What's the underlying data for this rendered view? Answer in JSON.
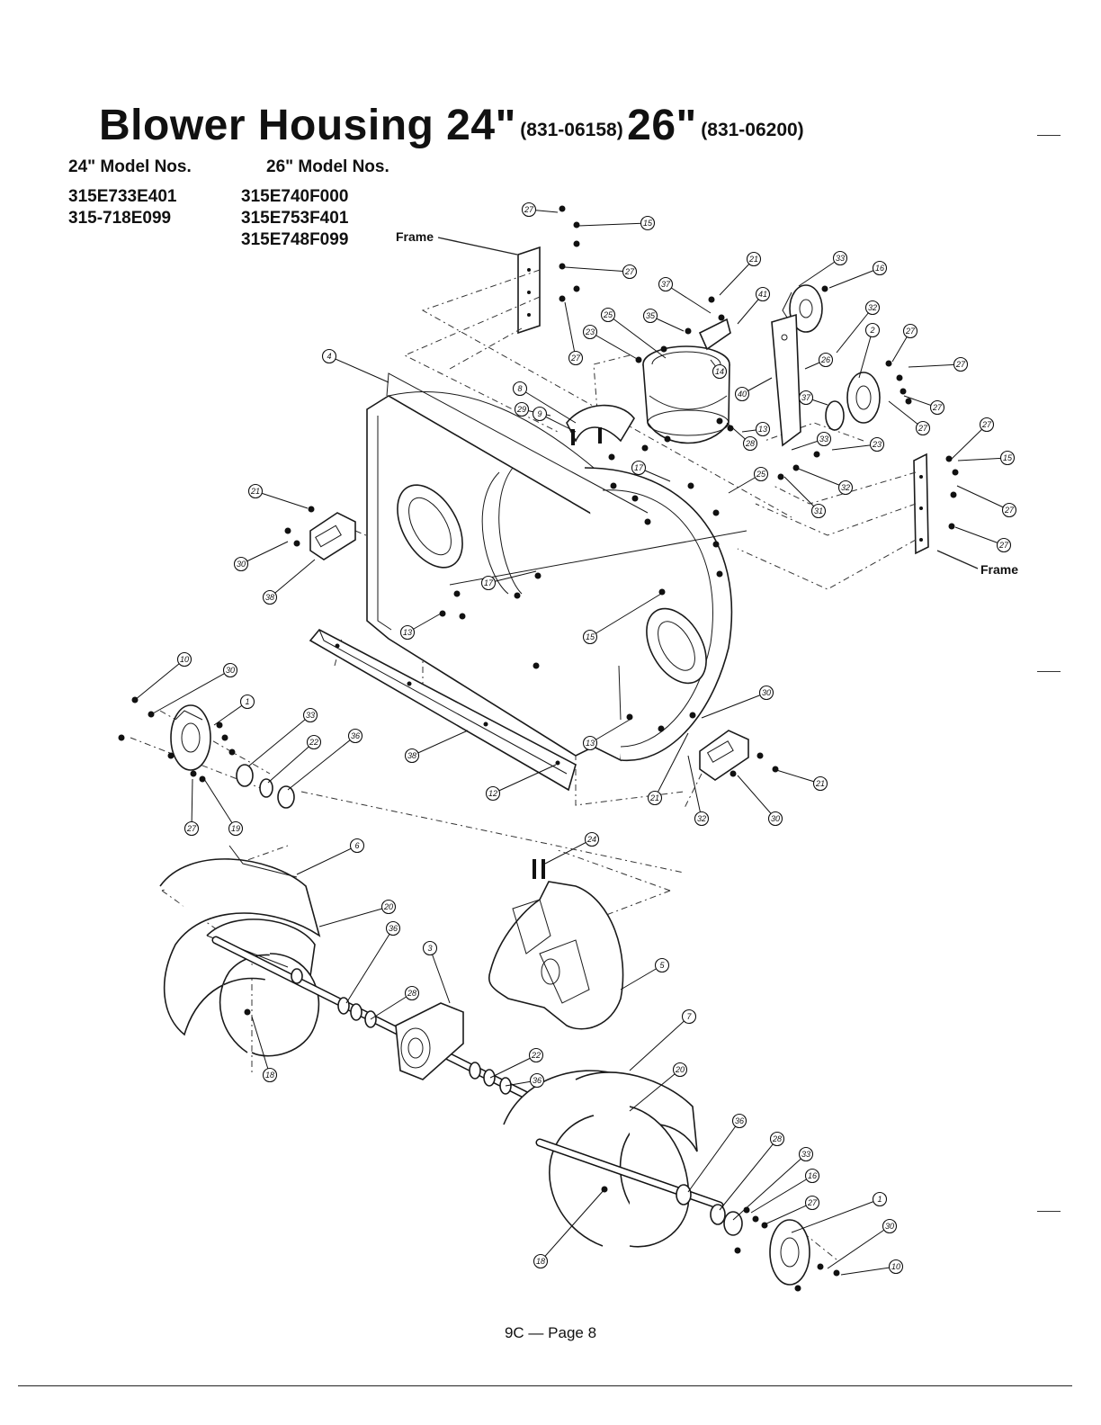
{
  "header": {
    "title_main": "Blower Housing 24\"",
    "part_24": "(831-06158)",
    "title_26": "26\"",
    "part_26": "(831-06200)"
  },
  "models": {
    "col24_heading": "24\" Model Nos.",
    "col26_heading": "26\" Model Nos.",
    "col24": [
      "315E733E401",
      "315-718E099"
    ],
    "col26": [
      "315E740F000",
      "315E753F401",
      "315E748F099"
    ]
  },
  "diagram": {
    "frame_label_left": "Frame",
    "frame_label_right": "Frame",
    "callouts": [
      {
        "id": "c1",
        "label": "27"
      },
      {
        "id": "c2",
        "label": "15"
      },
      {
        "id": "c3",
        "label": "27"
      },
      {
        "id": "c4",
        "label": "27"
      },
      {
        "id": "c5",
        "label": "21"
      },
      {
        "id": "c6",
        "label": "33"
      },
      {
        "id": "c7",
        "label": "37"
      },
      {
        "id": "c8",
        "label": "16"
      },
      {
        "id": "c9",
        "label": "41"
      },
      {
        "id": "c10",
        "label": "25"
      },
      {
        "id": "c11",
        "label": "35"
      },
      {
        "id": "c12",
        "label": "23"
      },
      {
        "id": "c13",
        "label": "4"
      },
      {
        "id": "c14",
        "label": "32"
      },
      {
        "id": "c15",
        "label": "2"
      },
      {
        "id": "c16",
        "label": "27"
      },
      {
        "id": "c17",
        "label": "27"
      },
      {
        "id": "c18",
        "label": "26"
      },
      {
        "id": "c19",
        "label": "14"
      },
      {
        "id": "c20",
        "label": "8"
      },
      {
        "id": "c21",
        "label": "29"
      },
      {
        "id": "c22",
        "label": "9"
      },
      {
        "id": "c23",
        "label": "40"
      },
      {
        "id": "c24",
        "label": "37"
      },
      {
        "id": "c25",
        "label": "27"
      },
      {
        "id": "c26",
        "label": "27"
      },
      {
        "id": "c27",
        "label": "13"
      },
      {
        "id": "c28",
        "label": "33"
      },
      {
        "id": "c29",
        "label": "28"
      },
      {
        "id": "c30",
        "label": "23"
      },
      {
        "id": "c31",
        "label": "17"
      },
      {
        "id": "c32",
        "label": "25"
      },
      {
        "id": "c33",
        "label": "32"
      },
      {
        "id": "c34",
        "label": "31"
      },
      {
        "id": "c35",
        "label": "27"
      },
      {
        "id": "c36",
        "label": "15"
      },
      {
        "id": "c37",
        "label": "27"
      },
      {
        "id": "c38",
        "label": "27"
      },
      {
        "id": "c39",
        "label": "21"
      },
      {
        "id": "c40",
        "label": "30"
      },
      {
        "id": "c41",
        "label": "38"
      },
      {
        "id": "c42",
        "label": "17"
      },
      {
        "id": "c43",
        "label": "13"
      },
      {
        "id": "c44",
        "label": "15"
      },
      {
        "id": "c45",
        "label": "10"
      },
      {
        "id": "c46",
        "label": "30"
      },
      {
        "id": "c47",
        "label": "1"
      },
      {
        "id": "c48",
        "label": "33"
      },
      {
        "id": "c49",
        "label": "22"
      },
      {
        "id": "c50",
        "label": "36"
      },
      {
        "id": "c51",
        "label": "38"
      },
      {
        "id": "c52",
        "label": "12"
      },
      {
        "id": "c53",
        "label": "13"
      },
      {
        "id": "c54",
        "label": "30"
      },
      {
        "id": "c55",
        "label": "21"
      },
      {
        "id": "c56",
        "label": "21"
      },
      {
        "id": "c57",
        "label": "32"
      },
      {
        "id": "c58",
        "label": "30"
      },
      {
        "id": "c59",
        "label": "27"
      },
      {
        "id": "c60",
        "label": "19"
      },
      {
        "id": "c61",
        "label": "6"
      },
      {
        "id": "c62",
        "label": "24"
      },
      {
        "id": "c63",
        "label": "20"
      },
      {
        "id": "c64",
        "label": "36"
      },
      {
        "id": "c65",
        "label": "3"
      },
      {
        "id": "c66",
        "label": "5"
      },
      {
        "id": "c67",
        "label": "28"
      },
      {
        "id": "c68",
        "label": "7"
      },
      {
        "id": "c69",
        "label": "18"
      },
      {
        "id": "c70",
        "label": "22"
      },
      {
        "id": "c71",
        "label": "36"
      },
      {
        "id": "c72",
        "label": "20"
      },
      {
        "id": "c73",
        "label": "36"
      },
      {
        "id": "c74",
        "label": "28"
      },
      {
        "id": "c75",
        "label": "33"
      },
      {
        "id": "c76",
        "label": "16"
      },
      {
        "id": "c77",
        "label": "27"
      },
      {
        "id": "c78",
        "label": "1"
      },
      {
        "id": "c79",
        "label": "30"
      },
      {
        "id": "c80",
        "label": "18"
      },
      {
        "id": "c81",
        "label": "10"
      }
    ]
  },
  "footer": {
    "page": "9C — Page 8"
  }
}
